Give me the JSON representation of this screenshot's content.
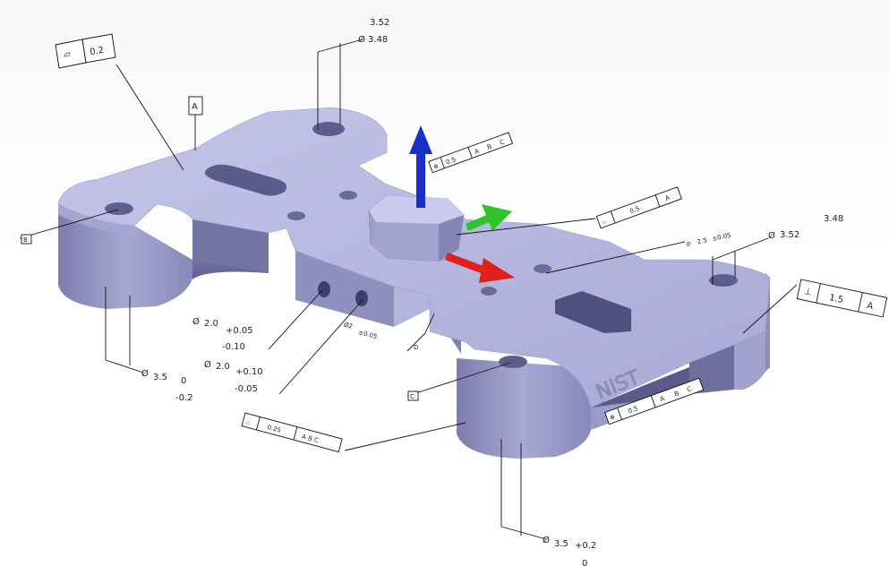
{
  "model": {
    "part_marking": "NIST",
    "axis_triad": [
      "z-axis",
      "y-axis",
      "x-axis"
    ],
    "colors": {
      "part_top": "#b7b8e0",
      "part_side": "#9293c3",
      "part_dark": "#6c6d99",
      "axis_z": "#1a2ec8",
      "axis_y": "#2fc42a",
      "axis_x": "#e0201a"
    }
  },
  "annotations": {
    "flatness": {
      "symbol": "▱",
      "tol": "0.2"
    },
    "datum_a": "A",
    "top_hole_dim": {
      "upper": "3.52",
      "lower": "3.48",
      "prefix": "Ø"
    },
    "pos_top": {
      "symbol": "⊕",
      "tol": "0.5",
      "refs": [
        "A",
        "B",
        "C"
      ]
    },
    "profile_a": {
      "symbol": "⌓",
      "tol": "0.5",
      "ref": "A"
    },
    "small_dim": {
      "prefix": "⊘",
      "val": "2.5",
      "tol": "±0.05"
    },
    "right_hole_dim": {
      "prefix": "Ø",
      "upper": "3.52",
      "lower": "3.48"
    },
    "perp": {
      "symbol": "⊥",
      "tol": "1.5",
      "ref": "A"
    },
    "pos_bottom": {
      "symbol": "⊕",
      "tol": "0.5",
      "refs": [
        "A",
        "B",
        "C"
      ]
    },
    "profile_bottom": {
      "symbol": "⌓",
      "tol": "0.25",
      "refs": "A B C"
    },
    "bore1": {
      "prefix": "Ø",
      "nom": "2.0",
      "upper": "+0.05",
      "lower": "-0.10"
    },
    "bore2": {
      "prefix": "Ø",
      "nom": "2.0",
      "upper": "+0.10",
      "lower": "-0.05"
    },
    "left_dim": {
      "prefix": "Ø",
      "nom": "3.5",
      "upper": "0",
      "lower": "-0.2"
    },
    "bottom_dim": {
      "prefix": "Ø",
      "nom": "3.5",
      "upper": "+0.2",
      "lower": "0"
    },
    "middle_dim": {
      "val": "Ø2",
      "tol": "±0.05"
    },
    "datum_b": "B",
    "datum_c": "C",
    "datum_d": "D"
  }
}
